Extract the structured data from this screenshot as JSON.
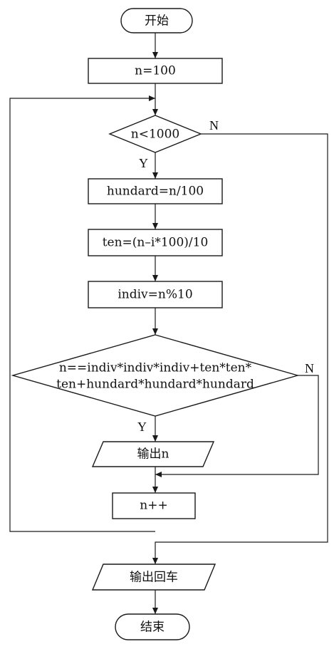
{
  "flowchart": {
    "start": "开始",
    "init": "n=100",
    "loop_condition": "n<1000",
    "loop_no": "N",
    "loop_yes": "Y",
    "step_hundred": "hundard=n/100",
    "step_ten": "ten=(n–i*100)/10",
    "step_indiv": "indiv=n%10",
    "check_line1": "n==indiv*indiv*indiv+ten*ten*",
    "check_line2": "ten+hundard*hundard*hundard",
    "check_no": "N",
    "check_yes": "Y",
    "output_n": "输出n",
    "increment": "n++",
    "output_newline": "输出回车",
    "end": "结束"
  },
  "colors": {
    "stroke": "#1a1a1a",
    "fill": "#ffffff",
    "text": "#111111"
  }
}
